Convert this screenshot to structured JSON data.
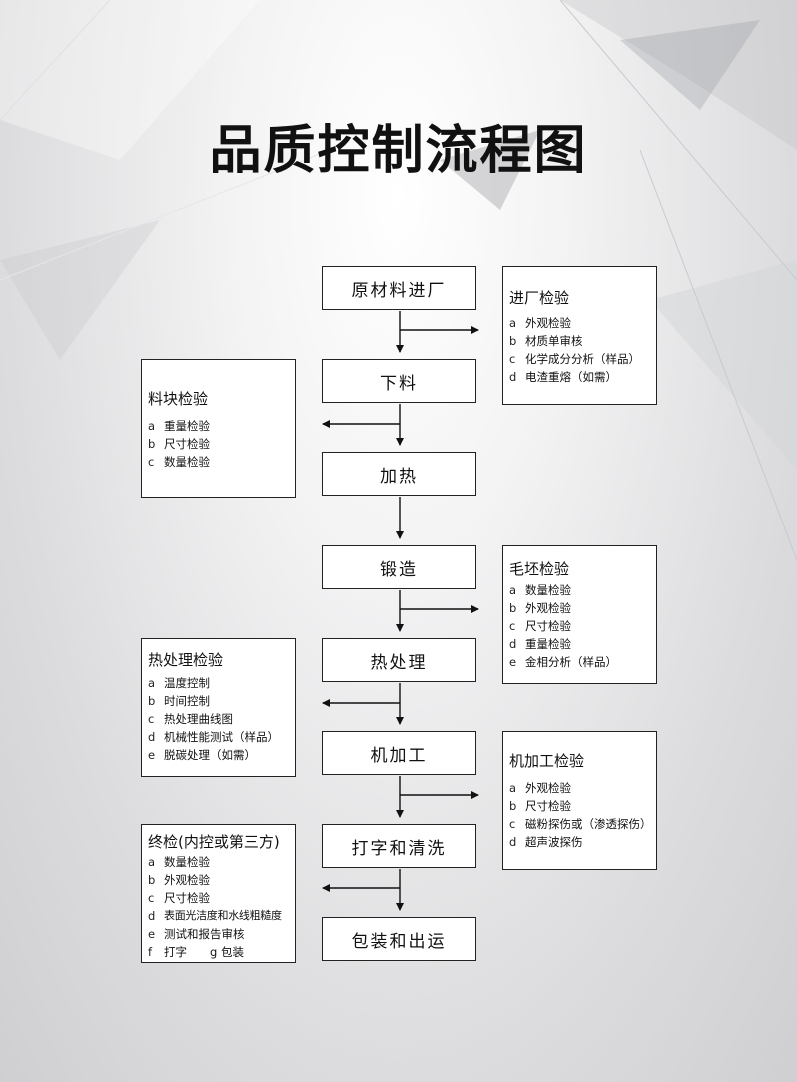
{
  "title": "品质控制流程图",
  "steps": [
    {
      "label": "原材料进厂"
    },
    {
      "label": "下料"
    },
    {
      "label": "加热"
    },
    {
      "label": "锻造"
    },
    {
      "label": "热处理"
    },
    {
      "label": "机加工"
    },
    {
      "label": "打字和清洗"
    },
    {
      "label": "包装和出运"
    }
  ],
  "inspections": {
    "incoming": {
      "title": "进厂检验",
      "items": [
        {
          "letter": "a",
          "text": "外观检验"
        },
        {
          "letter": "b",
          "text": "材质单审核"
        },
        {
          "letter": "c",
          "text": "化学成分分析（样品）"
        },
        {
          "letter": "d",
          "text": "电渣重熔（如需）"
        }
      ]
    },
    "blank": {
      "title": "料块检验",
      "items": [
        {
          "letter": "a",
          "text": "重量检验"
        },
        {
          "letter": "b",
          "text": "尺寸检验"
        },
        {
          "letter": "c",
          "text": "数量检验"
        }
      ]
    },
    "forging": {
      "title": "毛坯检验",
      "items": [
        {
          "letter": "a",
          "text": "数量检验"
        },
        {
          "letter": "b",
          "text": "外观检验"
        },
        {
          "letter": "c",
          "text": "尺寸检验"
        },
        {
          "letter": "d",
          "text": "重量检验"
        },
        {
          "letter": "e",
          "text": "金相分析（样品）"
        }
      ]
    },
    "heat": {
      "title": "热处理检验",
      "items": [
        {
          "letter": "a",
          "text": "温度控制"
        },
        {
          "letter": "b",
          "text": "时间控制"
        },
        {
          "letter": "c",
          "text": "热处理曲线图"
        },
        {
          "letter": "d",
          "text": "机械性能测试（样品）"
        },
        {
          "letter": "e",
          "text": "脱碳处理（如需）"
        }
      ]
    },
    "machining": {
      "title": "机加工检验",
      "items": [
        {
          "letter": "a",
          "text": "外观检验"
        },
        {
          "letter": "b",
          "text": "尺寸检验"
        },
        {
          "letter": "c",
          "text": "磁粉探伤或（渗透探伤）"
        },
        {
          "letter": "d",
          "text": "超声波探伤"
        }
      ]
    },
    "final": {
      "title": "终检(内控或第三方)",
      "items": [
        {
          "letter": "a",
          "text": "数量检验"
        },
        {
          "letter": "b",
          "text": "外观检验"
        },
        {
          "letter": "c",
          "text": "尺寸检验"
        },
        {
          "letter": "d",
          "text": "表面光洁度和水线粗糙度"
        },
        {
          "letter": "e",
          "text": "测试和报告审核"
        },
        {
          "letter": "f",
          "text": "打字　　g 包装"
        }
      ]
    }
  }
}
